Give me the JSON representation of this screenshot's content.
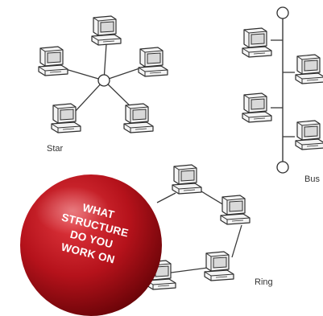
{
  "labels": {
    "star": "Star",
    "bus": "Bus",
    "ring": "Ring"
  },
  "ball": {
    "lines": [
      "WHAT",
      "STRUCTURE",
      "DO YOU",
      "WORK ON"
    ]
  },
  "colors": {
    "ball_light": "#e2383f",
    "ball_mid": "#b5121b",
    "ball_dark": "#6a0408",
    "line": "#3a3a3a",
    "computer_fill": "#f4f4f4",
    "screen_fill": "#d9d9d9"
  },
  "icons": {
    "workstation": "computer-icon",
    "hub": "hub-node-icon",
    "bus_terminator": "terminator-icon"
  }
}
